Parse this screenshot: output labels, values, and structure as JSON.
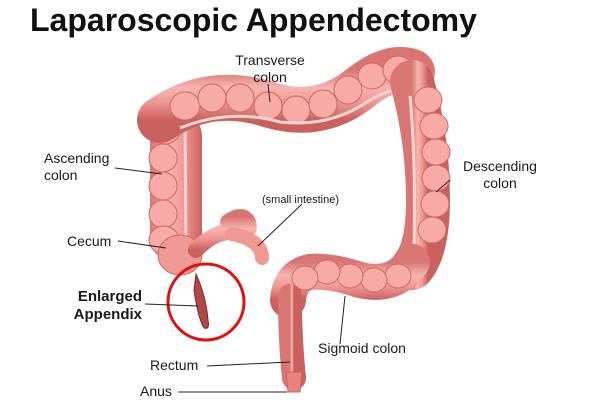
{
  "title": "Laparoscopic Appendectomy",
  "labels": {
    "transverse_colon": [
      "Transverse",
      "colon"
    ],
    "ascending_colon": [
      "Ascending",
      "colon"
    ],
    "descending_colon": [
      "Descending",
      "colon"
    ],
    "small_intestine": "(small intestine)",
    "cecum": "Cecum",
    "enlarged_appendix": [
      "Enlarged",
      "Appendix"
    ],
    "sigmoid_colon": "Sigmoid colon",
    "rectum": "Rectum",
    "anus": "Anus"
  },
  "colors": {
    "colon_fill": "#f2a09d",
    "colon_dark": "#c9615f",
    "colon_light": "#fbd3cf",
    "highlight_circle": "#e01010",
    "appendix": "#b04848",
    "leader_line": "#222222"
  }
}
